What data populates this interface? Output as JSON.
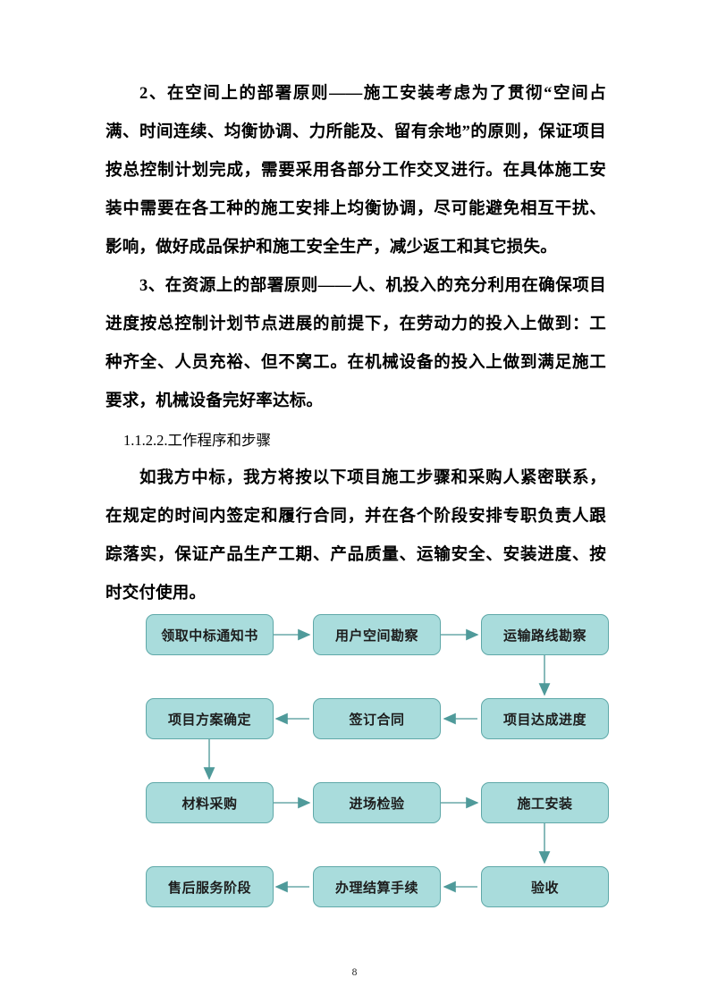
{
  "document": {
    "page_number": "8",
    "paragraphs": [
      {
        "id": "p1",
        "indent": true,
        "text": "2、在空间上的部署原则——施工安装考虑为了贯彻“空间占满、时间连续、均衡协调、力所能及、留有余地”的原则，保证项目按总控制计划完成，需要采用各部分工作交叉进行。在具体施工安装中需要在各工种的施工安排上均衡协调，尽可能避免相互干扰、影响，做好成品保护和施工安全生产，减少返工和其它损失。"
      },
      {
        "id": "p2",
        "indent": true,
        "text": "3、在资源上的部署原则——人、机投入的充分利用在确保项目进度按总控制计划节点进展的前提下，在劳动力的投入上做到：工种齐全、人员充裕、但不窝工。在机械设备的投入上做到满足施工要求，机械设备完好率达标。"
      }
    ],
    "heading": "1.1.2.2.工作程序和步骤",
    "paragraph_after_heading": "如我方中标，我方将按以下项目施工步骤和采购人紧密联系，在规定的时间内签定和履行合同，并在各个阶段安排专职负责人跟踪落实，保证产品生产工期、产品质量、运输安全、安装进度、按时交付使用。"
  },
  "flowchart": {
    "type": "process-flow",
    "style": {
      "node_fill": "#a9dcdc",
      "node_border": "#5fa8a8",
      "connector": "#5fa8a8",
      "text_color": "#1d1d1d"
    },
    "nodes": [
      {
        "id": "n1",
        "label": "领取中标通知书",
        "row": 0,
        "col": 0
      },
      {
        "id": "n2",
        "label": "用户空间勘察",
        "row": 0,
        "col": 1
      },
      {
        "id": "n3",
        "label": "运输路线勘察",
        "row": 0,
        "col": 2
      },
      {
        "id": "n4",
        "label": "项目方案确定",
        "row": 1,
        "col": 0
      },
      {
        "id": "n5",
        "label": "签订合同",
        "row": 1,
        "col": 1
      },
      {
        "id": "n6",
        "label": "项目达成进度",
        "row": 1,
        "col": 2
      },
      {
        "id": "n7",
        "label": "材料采购",
        "row": 2,
        "col": 0
      },
      {
        "id": "n8",
        "label": "进场检验",
        "row": 2,
        "col": 1
      },
      {
        "id": "n9",
        "label": "施工安装",
        "row": 2,
        "col": 2
      },
      {
        "id": "n10",
        "label": "售后服务阶段",
        "row": 3,
        "col": 0
      },
      {
        "id": "n11",
        "label": "办理结算手续",
        "row": 3,
        "col": 1
      },
      {
        "id": "n12",
        "label": "验收",
        "row": 3,
        "col": 2
      }
    ],
    "edges": [
      {
        "from": "n1",
        "to": "n2",
        "direction": "right"
      },
      {
        "from": "n2",
        "to": "n3",
        "direction": "right"
      },
      {
        "from": "n3",
        "to": "n6",
        "direction": "down"
      },
      {
        "from": "n6",
        "to": "n5",
        "direction": "left"
      },
      {
        "from": "n5",
        "to": "n4",
        "direction": "left"
      },
      {
        "from": "n4",
        "to": "n7",
        "direction": "down"
      },
      {
        "from": "n7",
        "to": "n8",
        "direction": "right"
      },
      {
        "from": "n8",
        "to": "n9",
        "direction": "right"
      },
      {
        "from": "n9",
        "to": "n12",
        "direction": "down"
      },
      {
        "from": "n12",
        "to": "n11",
        "direction": "left"
      },
      {
        "from": "n11",
        "to": "n10",
        "direction": "left"
      }
    ]
  }
}
